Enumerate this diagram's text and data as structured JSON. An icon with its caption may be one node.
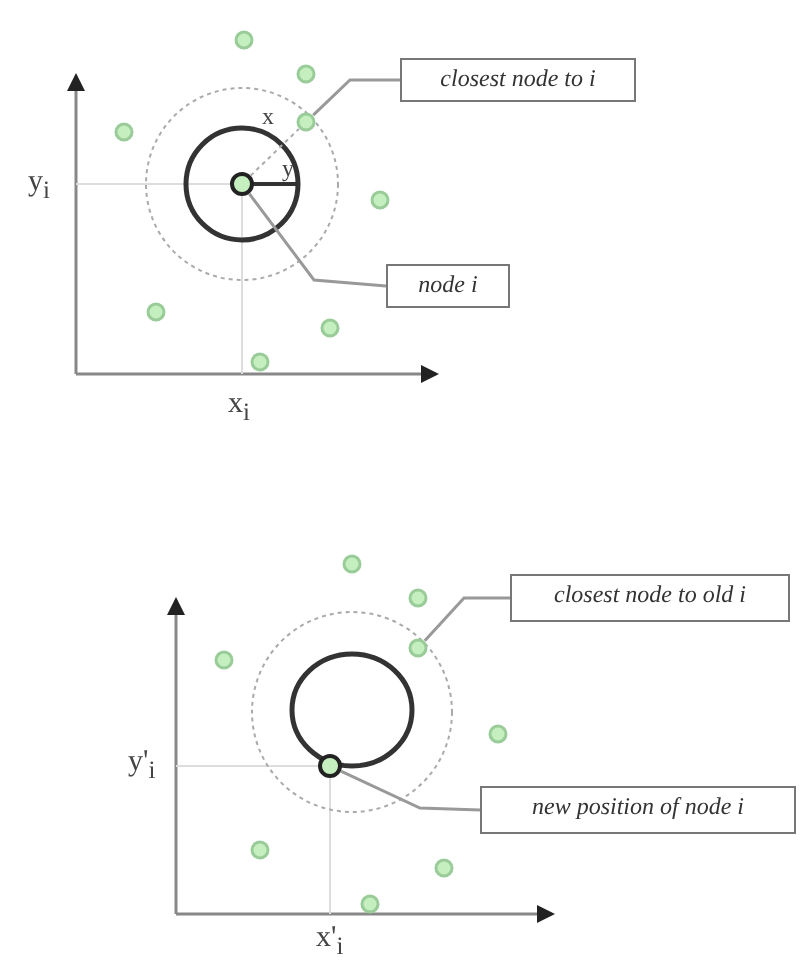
{
  "diagram": {
    "nodes": [
      {
        "text": [
          "closest node to i"
        ]
      },
      {
        "text": [],
        "shape": "circle"
      },
      {
        "text": [
          "node i"
        ]
      },
      {
        "text": [],
        "shape": "circle"
      },
      {
        "text": [
          "closest node to old i"
        ]
      },
      {
        "text": [],
        "shape": "circle"
      },
      {
        "text": [
          "new position of node i"
        ]
      },
      {
        "text": [],
        "shape": "circle"
      }
    ],
    "edges": [
      {
        "from": 0,
        "to": 1,
        "arrow": "none"
      },
      {
        "from": 2,
        "to": 3,
        "arrow": "none"
      },
      {
        "from": 3,
        "to": 1,
        "arrow": "none",
        "style": "dashed",
        "label": "x"
      },
      {
        "from": 4,
        "to": 5,
        "arrow": "none"
      },
      {
        "from": 6,
        "to": 7,
        "arrow": "none"
      }
    ],
    "labels": [
      "y",
      "y$_{i}$",
      "x$_{i}$",
      "y'$_{i}$",
      "x'$_{i}$"
    ]
  }
}
